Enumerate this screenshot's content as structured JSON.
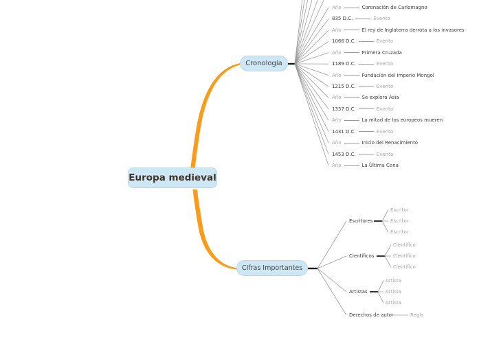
{
  "colors": {
    "background": "#ffffff",
    "branch_orange": "#f99c1c",
    "node_fill": "#cde7f4",
    "node_border": "#b9d8e7",
    "node_text": "#3f3f3f",
    "root_text": "#3e342a",
    "muted_text": "#a9a9a9",
    "dark_text": "#3c3c3c",
    "muted_line": "#9b9b9b",
    "dark_line": "#1c1c1c"
  },
  "root": {
    "label": "Europa medieval"
  },
  "branches": {
    "cronologia": {
      "label": "Cronología",
      "rows": [
        {
          "year": "Año",
          "event": "Coronación de Carlomagno",
          "muted": "year"
        },
        {
          "year": "835 D.C.",
          "event": "Evento",
          "muted": "event"
        },
        {
          "year": "Año",
          "event": "El rey de Inglaterra derrota a los invasores",
          "muted": "year"
        },
        {
          "year": "1066 D.C.",
          "event": "Evento",
          "muted": "event"
        },
        {
          "year": "Año",
          "event": "Primera Cruzada",
          "muted": "year"
        },
        {
          "year": "1189 D.C.",
          "event": "Evento",
          "muted": "event"
        },
        {
          "year": "Año",
          "event": "Fundación del Imperio Mongol",
          "muted": "year"
        },
        {
          "year": "1215 D.C.",
          "event": "Evento",
          "muted": "event"
        },
        {
          "year": "Año",
          "event": "Se explora Asia",
          "muted": "year"
        },
        {
          "year": "1337 D.C.",
          "event": "Evento",
          "muted": "event"
        },
        {
          "year": "Año",
          "event": "La mitad de los europeos mueren",
          "muted": "year"
        },
        {
          "year": "1431 D.C.",
          "event": "Evento",
          "muted": "event"
        },
        {
          "year": "Año",
          "event": "Inicio del Renacimiento",
          "muted": "year"
        },
        {
          "year": "1453 D.C.",
          "event": "Evento",
          "muted": "event"
        },
        {
          "year": "Año",
          "event": "La Última Cena",
          "muted": "year"
        }
      ]
    },
    "cifras": {
      "label": "CIfras Importantes",
      "categories": [
        {
          "label": "Escritores",
          "children": [
            "Escritor",
            "Escritor",
            "Escritor"
          ]
        },
        {
          "label": "Científicos",
          "children": [
            "Científico",
            "Científico",
            "Científico"
          ]
        },
        {
          "label": "Artistas",
          "children": [
            "Artista",
            "Artista",
            "Artista"
          ]
        },
        {
          "label": "Derechos de autor",
          "children": [
            "Regla"
          ]
        }
      ]
    }
  }
}
